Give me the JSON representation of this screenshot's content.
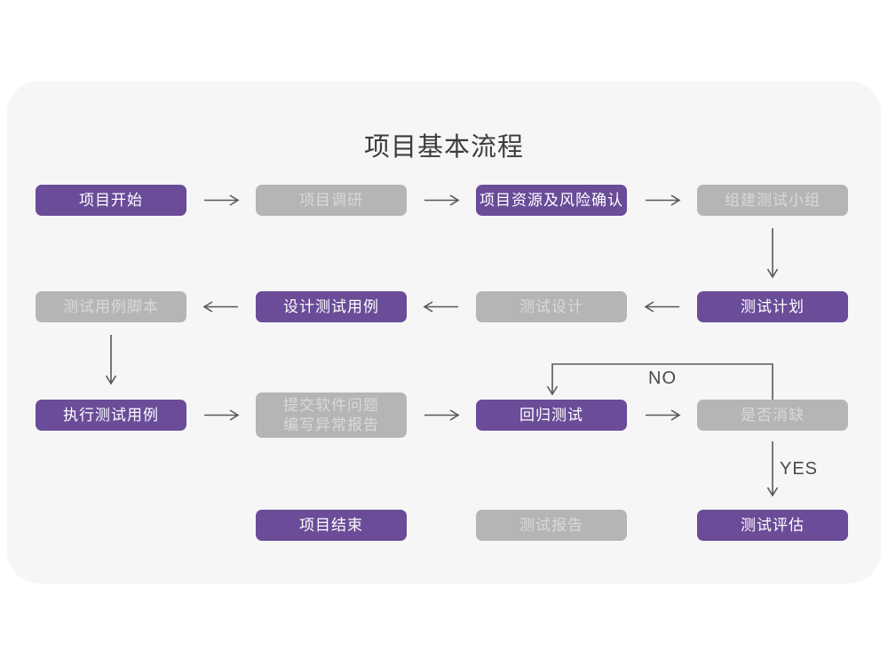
{
  "page": {
    "title": "项目基本流程"
  },
  "flow": {
    "nodes": [
      {
        "id": "project-start",
        "label": "项目开始",
        "variant": "purple",
        "col": 1,
        "row": 1
      },
      {
        "id": "project-research",
        "label": "项目调研",
        "variant": "gray",
        "col": 2,
        "row": 1
      },
      {
        "id": "project-resources-risk",
        "label": "项目资源及风险确认",
        "variant": "purple",
        "col": 3,
        "row": 1
      },
      {
        "id": "form-test-team",
        "label": "组建测试小组",
        "variant": "gray",
        "col": 4,
        "row": 1
      },
      {
        "id": "test-plan",
        "label": "测试计划",
        "variant": "purple",
        "col": 4,
        "row": 2
      },
      {
        "id": "test-design",
        "label": "测试设计",
        "variant": "gray",
        "col": 3,
        "row": 2
      },
      {
        "id": "design-test-cases",
        "label": "设计测试用例",
        "variant": "purple",
        "col": 2,
        "row": 2
      },
      {
        "id": "test-case-scripts",
        "label": "测试用例脚本",
        "variant": "gray",
        "col": 1,
        "row": 2
      },
      {
        "id": "execute-test-cases",
        "label": "执行测试用例",
        "variant": "purple",
        "col": 1,
        "row": 3
      },
      {
        "id": "submit-issue-report",
        "label": "提交软件问题\n编写异常报告",
        "variant": "gray",
        "col": 2,
        "row": 3,
        "tall": true
      },
      {
        "id": "regression-test",
        "label": "回归测试",
        "variant": "purple",
        "col": 3,
        "row": 3
      },
      {
        "id": "defect-cleared",
        "label": "是否消缺",
        "variant": "gray",
        "col": 4,
        "row": 3
      },
      {
        "id": "test-evaluation",
        "label": "测试评估",
        "variant": "purple",
        "col": 4,
        "row": 4
      },
      {
        "id": "test-report",
        "label": "测试报告",
        "variant": "gray",
        "col": 3,
        "row": 4
      },
      {
        "id": "project-end",
        "label": "项目结束",
        "variant": "purple",
        "col": 2,
        "row": 4
      }
    ],
    "labels": {
      "no": "NO",
      "yes": "YES"
    }
  },
  "colors": {
    "purple": "#6a4c98",
    "gray": "#b5b5b5",
    "gray_text": "#d9d9d9",
    "card": "#f6f6f7",
    "arrow": "#58585b",
    "edge_label_text": "#4a4a4b",
    "title_text": "#3d3d3d"
  }
}
